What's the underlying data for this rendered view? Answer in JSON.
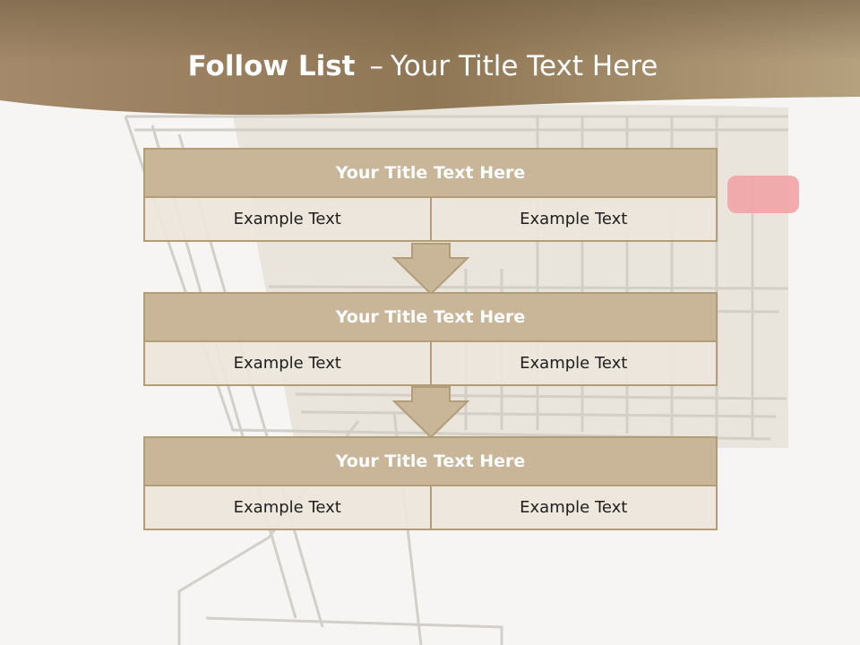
{
  "slide": {
    "title_bold": "Follow List",
    "title_separator": "–",
    "title_rest": "Your Title Text Here"
  },
  "blocks": [
    {
      "title": "Your Title Text Here",
      "cells": [
        "Example Text",
        "Example Text"
      ]
    },
    {
      "title": "Your Title Text Here",
      "cells": [
        "Example Text",
        "Example Text"
      ]
    },
    {
      "title": "Your Title Text Here",
      "cells": [
        "Example Text",
        "Example Text"
      ]
    }
  ],
  "colors": {
    "header_band_top": "#7a6448",
    "header_band_bottom": "#a89070",
    "block_title_fill": "#c9b699",
    "block_border": "#b39d79",
    "cell_fill": "#ece5dc",
    "background": "#f7f5f3"
  },
  "decorations": [
    "shopping-cart-background",
    "down-arrow-icon"
  ]
}
